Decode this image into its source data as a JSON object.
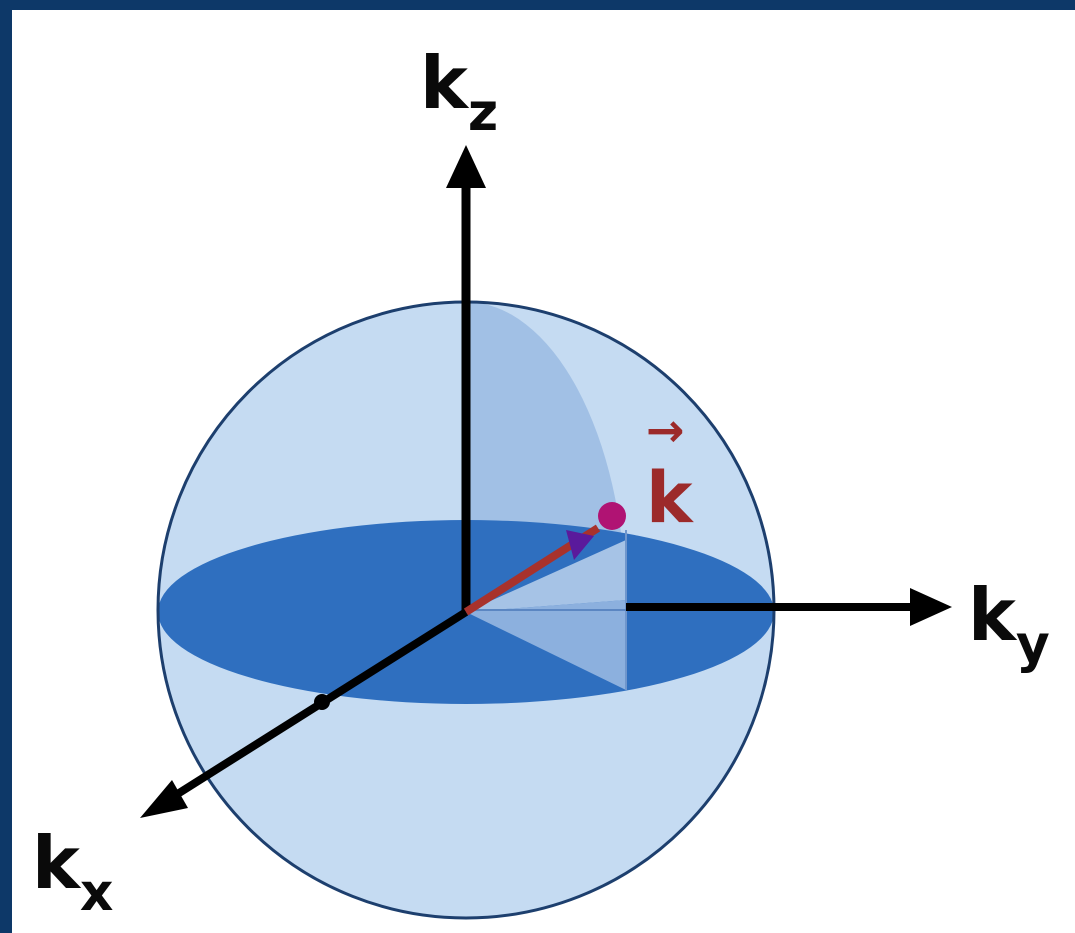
{
  "diagram": {
    "axes": {
      "kz": {
        "base": "k",
        "sub": "z"
      },
      "ky": {
        "base": "k",
        "sub": "y"
      },
      "kx": {
        "base": "k",
        "sub": "x"
      }
    },
    "vector": {
      "label": "k",
      "arrow_glyph": "→"
    },
    "colors": {
      "frame": "#0d3868",
      "sphere_fill": "#c5dbf2",
      "sphere_stroke": "#1d3f6e",
      "equator": "#2f6fbf",
      "wedge_vertical": "#8fb2dd",
      "wedge_horizontal": "#8cb0de",
      "vector": "#a8322c",
      "vector_tip": "#b01373",
      "vector_marker": "#5a1a9c",
      "axes": "#000000"
    }
  }
}
